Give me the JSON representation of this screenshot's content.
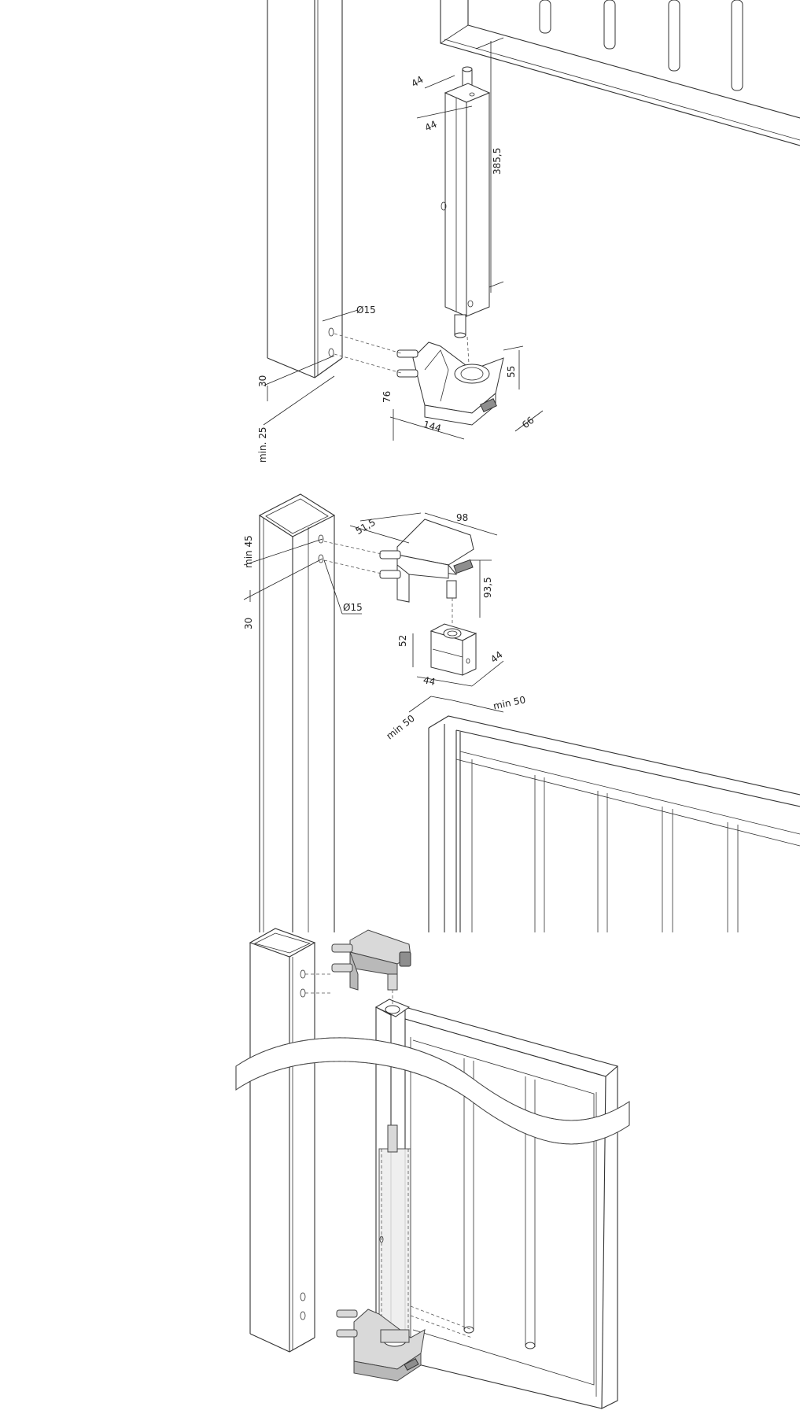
{
  "dimensions": {
    "top_width_a": "44",
    "top_width_b": "44",
    "closer_length": "385,5",
    "bolt_diameter_top": "Ø15",
    "bracket_height": "55",
    "bracket_depth": "76",
    "bracket_width": "144",
    "bracket_side": "66",
    "hole_spacing_top": "30",
    "edge_distance_top": "min. 25",
    "hinge_offset": "51,5",
    "hinge_width": "98",
    "hinge_height": "93,5",
    "edge_distance_mid": "min 45",
    "hole_spacing_mid": "30",
    "bolt_diameter_mid": "Ø15",
    "cap_height": "52",
    "cap_width_a": "44",
    "cap_width_b": "44",
    "gate_min_a": "min 50",
    "gate_min_b": "min 50"
  },
  "colors": {
    "line": "#333333",
    "hardware_grey": "#b9b9b9",
    "hardware_light": "#d9d9d9",
    "hidden_fill": "#ececec"
  }
}
